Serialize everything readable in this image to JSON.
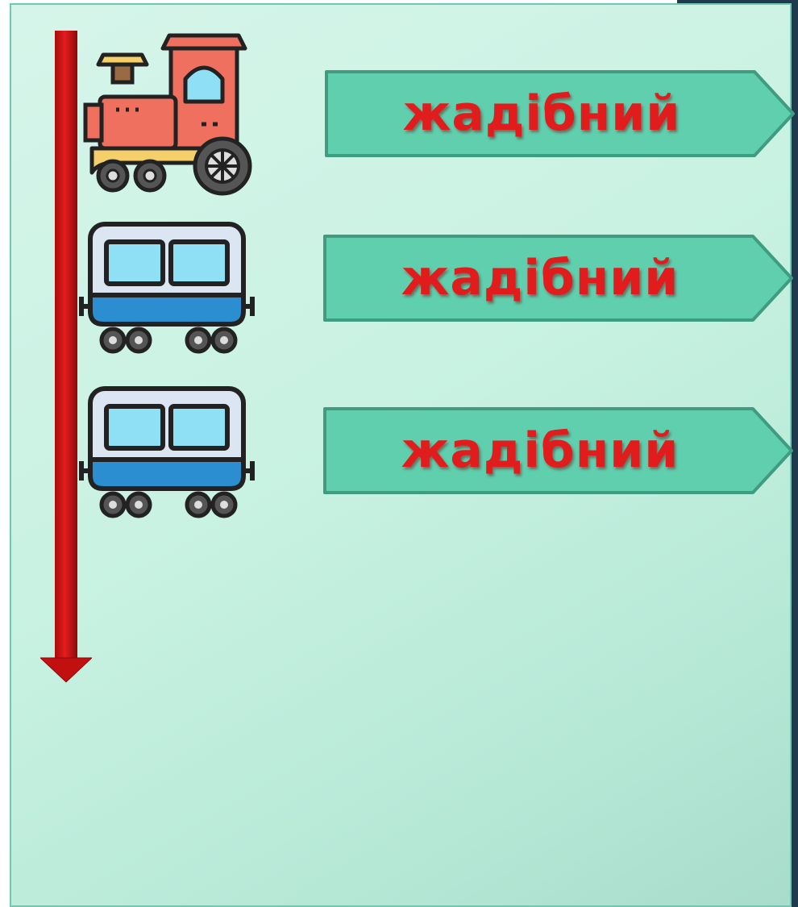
{
  "slide": {
    "accent_color": "#5fcfae",
    "arrow_color": "#cc1111",
    "text_color": "#e01c1c"
  },
  "train": {
    "locomotive_icon": "steam-locomotive-icon",
    "carriage_icon": "train-carriage-icon"
  },
  "labels": [
    {
      "text": "жадібний"
    },
    {
      "text": "жадібний"
    },
    {
      "text": "жадібний"
    }
  ]
}
